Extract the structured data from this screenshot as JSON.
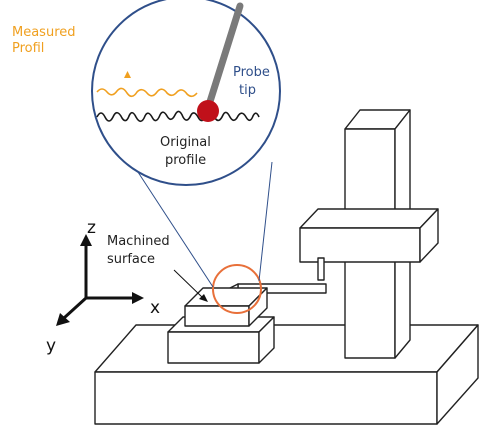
{
  "labels": {
    "measured": [
      "Measured",
      "Profil"
    ],
    "probe": [
      "Probe",
      "tip"
    ],
    "original": [
      "Original",
      "profile"
    ],
    "machined": [
      "Machined",
      "surface"
    ]
  },
  "axes": {
    "z": "z",
    "x": "x",
    "y": "y"
  },
  "colors": {
    "measured_line": "#f0a020",
    "probe_ball": "#c0101a",
    "highlight_circle": "#e8703a",
    "probe_label": "#2f4f8a",
    "outline": "#222222"
  }
}
